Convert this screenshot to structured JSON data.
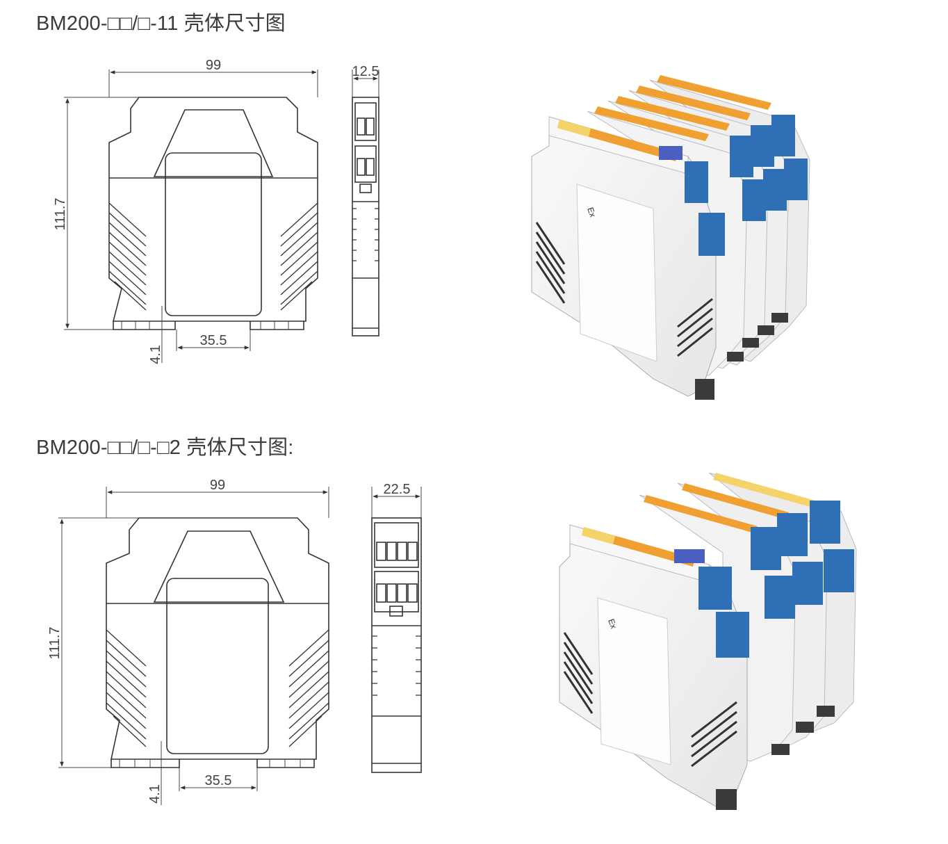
{
  "section1": {
    "title": "BM200-□□/□-11 壳体尺寸图",
    "dims": {
      "width": "99",
      "side_width": "12.5",
      "height": "111.7",
      "foot": "4.1",
      "rail": "35.5"
    },
    "product_title": "Ex"
  },
  "section2": {
    "title": "BM200-□□/□-□2 壳体尺寸图:",
    "dims": {
      "width": "99",
      "side_width": "22.5",
      "height": "111.7",
      "foot": "4.1",
      "rail": "35.5"
    },
    "product_title": "Ex"
  },
  "colors": {
    "terminal_blue": "#2f6fb5",
    "label_orange": "#f0a030",
    "label_yellow": "#f3d36a",
    "housing_white": "#f2f2f2",
    "foot_dark": "#3a3a3a"
  }
}
